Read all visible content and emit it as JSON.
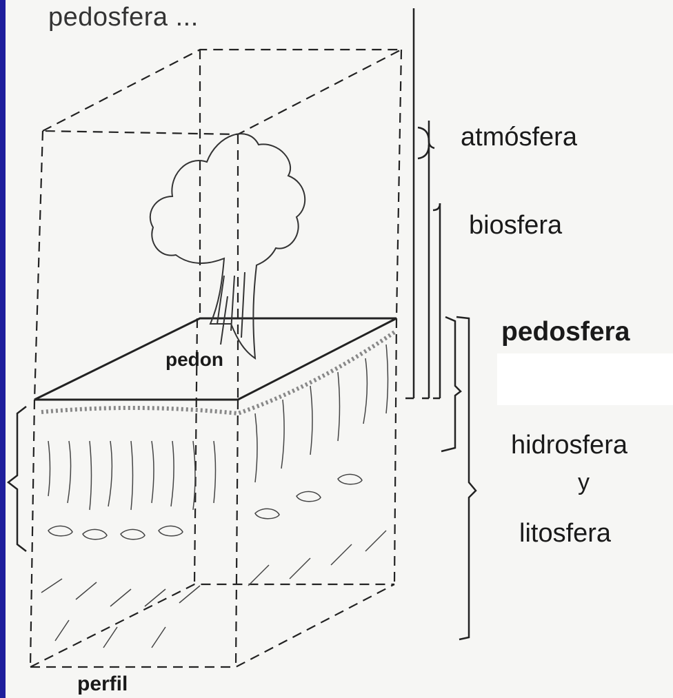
{
  "title": "pedosfera ...",
  "labels": {
    "atmosphere": "atmósfera",
    "biosphere": "biosfera",
    "pedosphere": "pedosfera",
    "hydrosphere": "hidrosfera",
    "and": "y",
    "lithosphere": "litosfera",
    "pedon": "pedon",
    "profile": "perfil"
  },
  "colors": {
    "frame": "#1e1e9c",
    "paper": "#f6f6f4",
    "ink": "#1a1a1a"
  }
}
